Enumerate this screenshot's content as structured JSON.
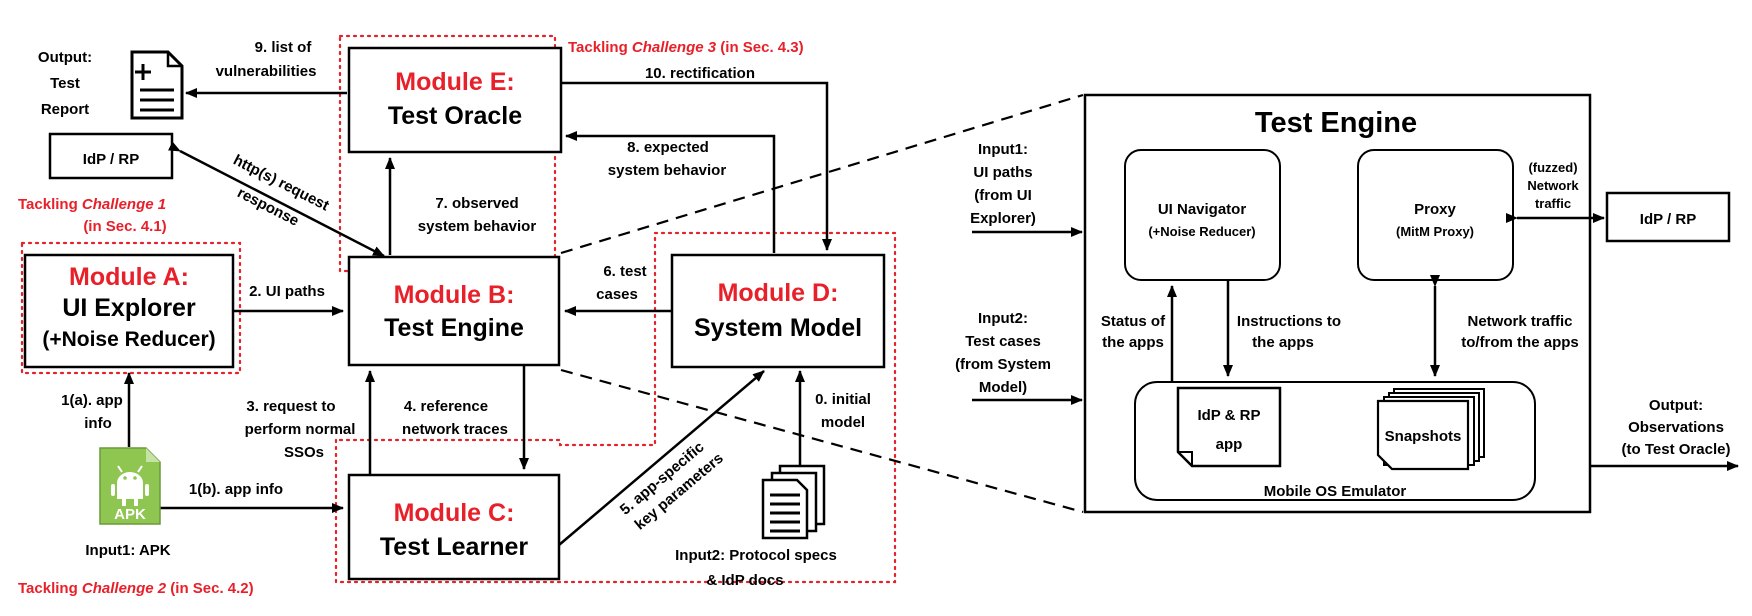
{
  "output_report": {
    "line1": "Output:",
    "line2": "Test",
    "line3": "Report"
  },
  "idp_rp_left": "IdP / RP",
  "challenge1": {
    "line1a": "Tackling ",
    "line1b": "Challenge 1",
    "line2": "(in Sec. 4.1)"
  },
  "challenge2": {
    "a": "Tackling ",
    "b": "Challenge 2",
    "c": " (in Sec. 4.2)"
  },
  "challenge3": {
    "a": "Tackling ",
    "b": "Challenge 3",
    "c": " (in Sec. 4.3)"
  },
  "module_a": {
    "title": "Module A:",
    "line1": "UI Explorer",
    "line2": "(+Noise Reducer)"
  },
  "module_b": {
    "title": "Module B:",
    "line1": "Test Engine"
  },
  "module_c": {
    "title": "Module C:",
    "line1": "Test Learner"
  },
  "module_d": {
    "title": "Module D:",
    "line1": "System Model"
  },
  "module_e": {
    "title": "Module E:",
    "line1": "Test Oracle"
  },
  "edges": {
    "e9": {
      "l1": "9. list of",
      "l2": "vulnerabilities"
    },
    "e10": "10. rectification",
    "e8": {
      "l1": "8. expected",
      "l2": "system behavior"
    },
    "e7": {
      "l1": "7. observed",
      "l2": "system behavior"
    },
    "e_http": {
      "l1": "http(s) request",
      "l2": "response"
    },
    "e2": "2. UI paths",
    "e6": {
      "l1": "6. test",
      "l2": "cases"
    },
    "e1a": {
      "l1": "1(a). app",
      "l2": "info"
    },
    "e1b": "1(b). app info",
    "e3": {
      "l1": "3. request to",
      "l2": "perform normal",
      "l3": "SSOs"
    },
    "e4": {
      "l1": "4. reference",
      "l2": "network traces"
    },
    "e5": {
      "l1": "5. app-specific",
      "l2": "key parameters"
    },
    "e0": {
      "l1": "0. initial",
      "l2": "model"
    }
  },
  "apk": {
    "badge": "APK",
    "label": "Input1: APK"
  },
  "input2_docs": {
    "l1": "Input2: Protocol specs",
    "l2": "& IdP docs"
  },
  "test_engine_detail": {
    "title": "Test Engine",
    "input1": {
      "l1": "Input1:",
      "l2": "UI paths",
      "l3": "(from UI",
      "l4": "Explorer)"
    },
    "input2": {
      "l1": "Input2:",
      "l2": "Test cases",
      "l3": "(from System",
      "l4": "Model)"
    },
    "ui_navigator": {
      "l1": "UI Navigator",
      "l2": "(+Noise Reducer)"
    },
    "proxy": {
      "l1": "Proxy",
      "l2": "(MitM Proxy)"
    },
    "fuzzed": {
      "l1": "(fuzzed)",
      "l2": "Network",
      "l3": "traffic"
    },
    "idp_rp": "IdP / RP",
    "status": {
      "l1": "Status of",
      "l2": "the apps"
    },
    "instructions": {
      "l1": "Instructions to",
      "l2": "the apps"
    },
    "net_traffic": {
      "l1": "Network traffic",
      "l2": "to/from the apps"
    },
    "idp_rp_app": {
      "l1": "IdP & RP",
      "l2": "app"
    },
    "snapshots": "Snapshots",
    "emulator": "Mobile OS Emulator",
    "output": {
      "l1": "Output:",
      "l2": "Observations",
      "l3": "(to Test Oracle)"
    }
  }
}
